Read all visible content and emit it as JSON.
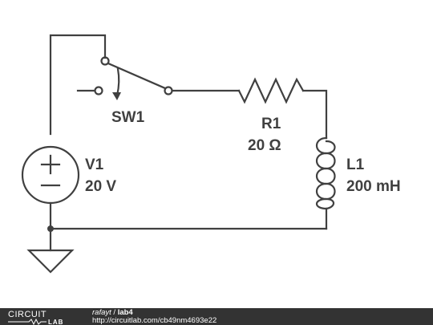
{
  "components": {
    "switch": {
      "name": "SW1"
    },
    "resistor": {
      "name": "R1",
      "value": "20 Ω"
    },
    "source": {
      "name": "V1",
      "value": "20 V"
    },
    "inductor": {
      "name": "L1",
      "value": "200 mH"
    }
  },
  "footer": {
    "logo_top": "CIRCUIT",
    "logo_bottom": "LAB",
    "user": "rafayt",
    "separator": " / ",
    "title": "lab4",
    "url": "http://circuitlab.com/cb49nm4693e22"
  },
  "colors": {
    "ink": "#404040",
    "footer_bg": "#333333"
  }
}
